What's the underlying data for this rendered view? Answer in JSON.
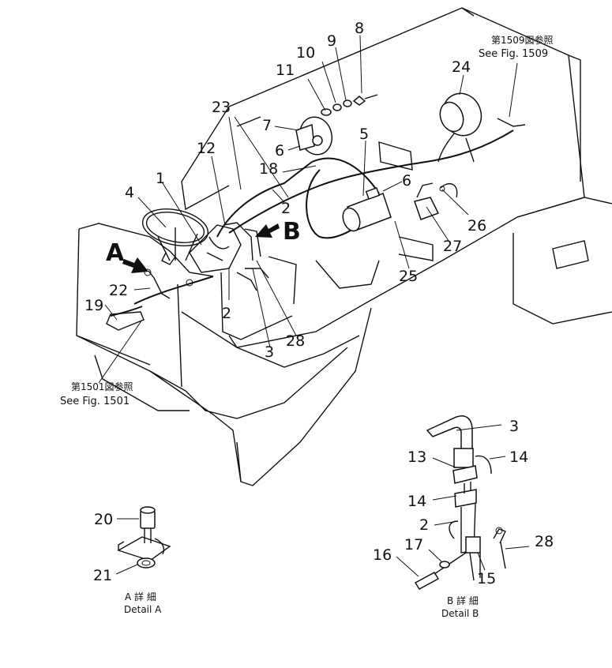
{
  "callouts": {
    "n1": "1",
    "n2a": "2",
    "n2b": "2",
    "n2c": "2",
    "n3a": "3",
    "n3b": "3",
    "n4": "4",
    "n5": "5",
    "n6a": "6",
    "n6b": "6",
    "n7": "7",
    "n8": "8",
    "n9": "9",
    "n10": "10",
    "n11": "11",
    "n12": "12",
    "n13": "13",
    "n14a": "14",
    "n14b": "14",
    "n15": "15",
    "n16": "16",
    "n17": "17",
    "n18": "18",
    "n19": "19",
    "n20": "20",
    "n21": "21",
    "n22": "22",
    "n23": "23",
    "n24": "24",
    "n25": "25",
    "n26": "26",
    "n27": "27",
    "n28a": "28",
    "n28b": "28"
  },
  "view_arrows": {
    "a": "A",
    "b": "B"
  },
  "references": {
    "fig1509_jp": "第1509図参照",
    "fig1509_en": "See Fig. 1509",
    "fig1501_jp": "第1501図参照",
    "fig1501_en": "See Fig. 1501"
  },
  "details": {
    "a_jp": "A 詳 細",
    "a_en": "Detail A",
    "b_jp": "B 詳 細",
    "b_en": "Detail B"
  }
}
